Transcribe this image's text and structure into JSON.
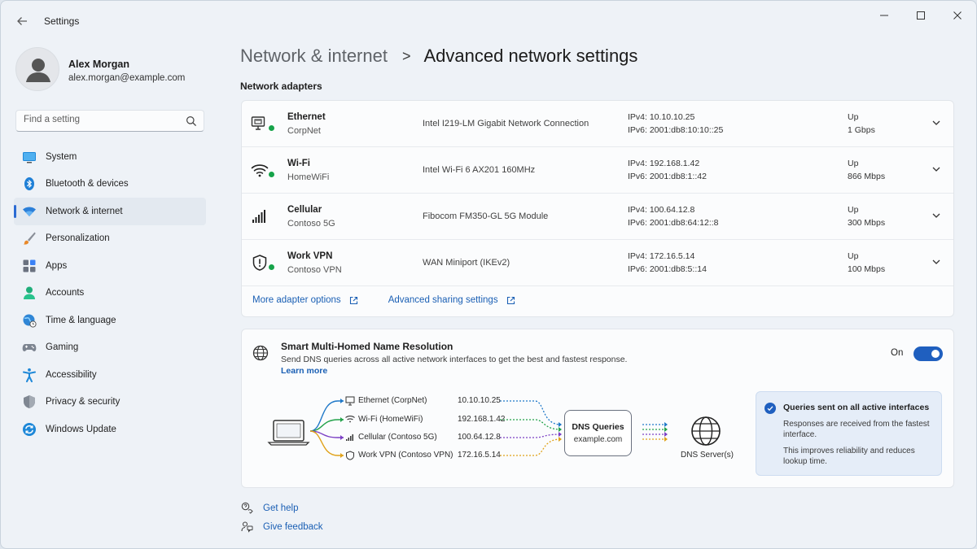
{
  "window": {
    "title": "Settings"
  },
  "profile": {
    "name": "Alex Morgan",
    "email": "alex.morgan@example.com"
  },
  "search": {
    "placeholder": "Find a setting"
  },
  "nav": {
    "items": [
      {
        "label": "System",
        "icon": "monitor-icon"
      },
      {
        "label": "Bluetooth & devices",
        "icon": "bluetooth-icon"
      },
      {
        "label": "Network & internet",
        "icon": "wifi-icon",
        "active": true
      },
      {
        "label": "Personalization",
        "icon": "brush-icon"
      },
      {
        "label": "Apps",
        "icon": "apps-icon"
      },
      {
        "label": "Accounts",
        "icon": "person-icon"
      },
      {
        "label": "Time & language",
        "icon": "globe-clock-icon"
      },
      {
        "label": "Gaming",
        "icon": "gamepad-icon"
      },
      {
        "label": "Accessibility",
        "icon": "accessibility-icon"
      },
      {
        "label": "Privacy & security",
        "icon": "shield-icon"
      },
      {
        "label": "Windows Update",
        "icon": "update-icon"
      }
    ]
  },
  "breadcrumb": {
    "parent": "Network & internet",
    "separator": ">",
    "current": "Advanced network settings"
  },
  "adapters": {
    "section_title": "Network adapters",
    "rows": [
      {
        "name": "Ethernet",
        "network": "CorpNet",
        "device": "Intel I219-LM Gigabit Network Connection",
        "ipv4": "IPv4:  10.10.10.25",
        "ipv6": "IPv6:  2001:db8:10:10::25",
        "state": "Up",
        "speed": "1 Gbps",
        "icon": "ethernet-icon"
      },
      {
        "name": "Wi-Fi",
        "network": "HomeWiFi",
        "device": "Intel Wi-Fi 6 AX201 160MHz",
        "ipv4": "IPv4:  192.168.1.42",
        "ipv6": "IPv6:  2001:db8:1::42",
        "state": "Up",
        "speed": "866 Mbps",
        "icon": "wifi-icon"
      },
      {
        "name": "Cellular",
        "network": "Contoso 5G",
        "device": "Fibocom FM350-GL 5G Module",
        "ipv4": "IPv4:  100.64.12.8",
        "ipv6": "IPv6:  2001:db8:64:12::8",
        "state": "Up",
        "speed": "300 Mbps",
        "icon": "cellular-icon"
      },
      {
        "name": "Work VPN",
        "network": "Contoso VPN",
        "device": "WAN Miniport (IKEv2)",
        "ipv4": "IPv4:  172.16.5.14",
        "ipv6": "IPv6:  2001:db8:5::14",
        "state": "Up",
        "speed": "100 Mbps",
        "icon": "vpn-shield-icon"
      }
    ],
    "more_adapter_options": "More adapter options",
    "advanced_sharing": "Advanced sharing settings"
  },
  "smart": {
    "title": "Smart Multi-Homed Name Resolution",
    "description": "Send DNS queries across all active network interfaces to get the best and fastest response.",
    "learn_more": "Learn more",
    "toggle_label": "On",
    "toggle_on": true,
    "diagram": {
      "interfaces": [
        {
          "label": "Ethernet (CorpNet)",
          "ip": "10.10.10.25",
          "color": "#1f78c8"
        },
        {
          "label": "Wi-Fi (HomeWiFi)",
          "ip": "192.168.1.42",
          "color": "#22a24a"
        },
        {
          "label": "Cellular (Contoso 5G)",
          "ip": "100.64.12.8",
          "color": "#7b3fc4"
        },
        {
          "label": "Work VPN (Contoso VPN)",
          "ip": "172.16.5.14",
          "color": "#e0a21a"
        }
      ],
      "dns_box_title": "DNS Queries",
      "dns_box_domain": "example.com",
      "server_label": "DNS Server(s)"
    },
    "info": {
      "title": "Queries sent on all active interfaces",
      "line1": "Responses are received from the fastest interface.",
      "line2": "This improves reliability and reduces lookup time."
    }
  },
  "help": {
    "get_help": "Get help",
    "give_feedback": "Give feedback"
  },
  "colors": {
    "accent": "#1f5fbf",
    "link": "#1a5fb4",
    "status_up": "#16a34a"
  }
}
